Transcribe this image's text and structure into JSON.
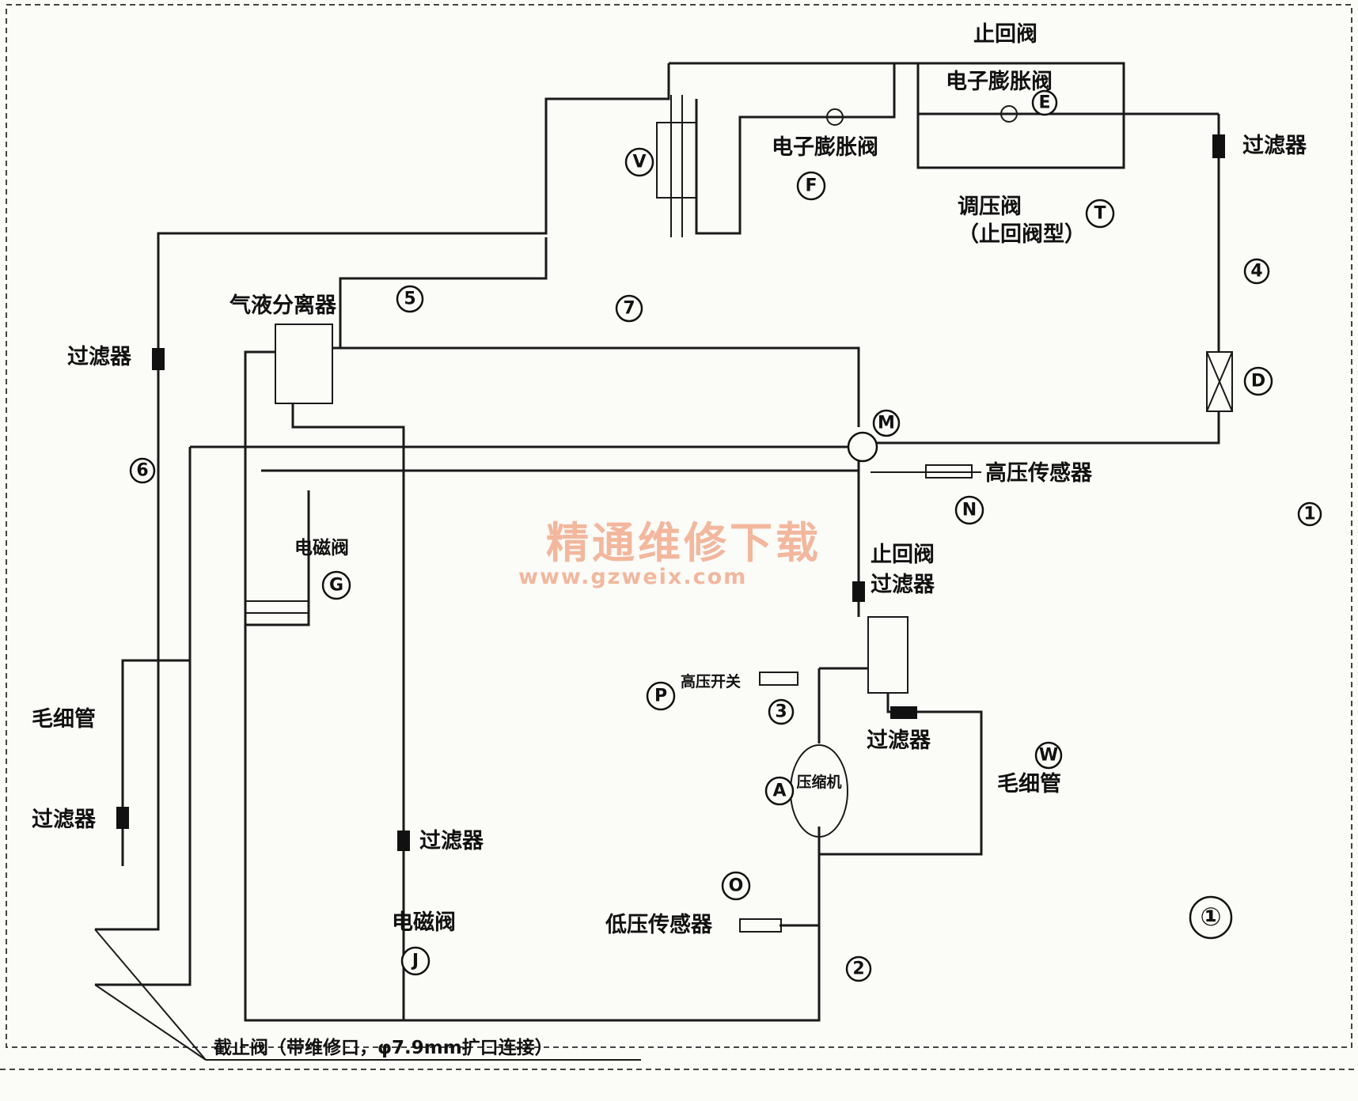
{
  "figure_number": "①",
  "labels": {
    "check_valve_top": "止回阀",
    "eev_right": "电子膨胀阀",
    "eev_left": "电子膨胀阀",
    "pressure_regulator": "调压阀",
    "pressure_regulator_type": "（止回阀型）",
    "filter_right": "过滤器",
    "gas_liquid_separator": "气液分离器",
    "filter_left_top": "过滤器",
    "solenoid_valve_G": "电磁阀",
    "capillary_left": "毛细管",
    "filter_left_bottom": "过滤器",
    "filter_mid": "过滤器",
    "solenoid_valve_J": "电磁阀",
    "high_pressure_sensor": "高压传感器",
    "check_valve_mid": "止回阀",
    "filter_mid_right": "过滤器",
    "high_pressure_switch": "高压开关",
    "filter_lower_right": "过滤器",
    "capillary_right": "毛细管",
    "low_pressure_sensor": "低压传感器",
    "stop_valve_note": "截止阀（带维修口，φ7.9mm扩口连接）",
    "compressor_text": "压缩机"
  },
  "markers": {
    "V": "V",
    "F": "F",
    "E": "E",
    "T": "T",
    "D": "D",
    "M": "M",
    "N": "N",
    "G": "G",
    "P": "P",
    "A": "A",
    "W": "W",
    "O": "O",
    "J": "J",
    "s1": "1",
    "s2": "2",
    "s3": "3",
    "s4": "4",
    "s5": "5",
    "s6": "6",
    "s7": "7"
  },
  "watermark": {
    "cn": "精通维修下载",
    "url": "www.gzweix.com"
  }
}
